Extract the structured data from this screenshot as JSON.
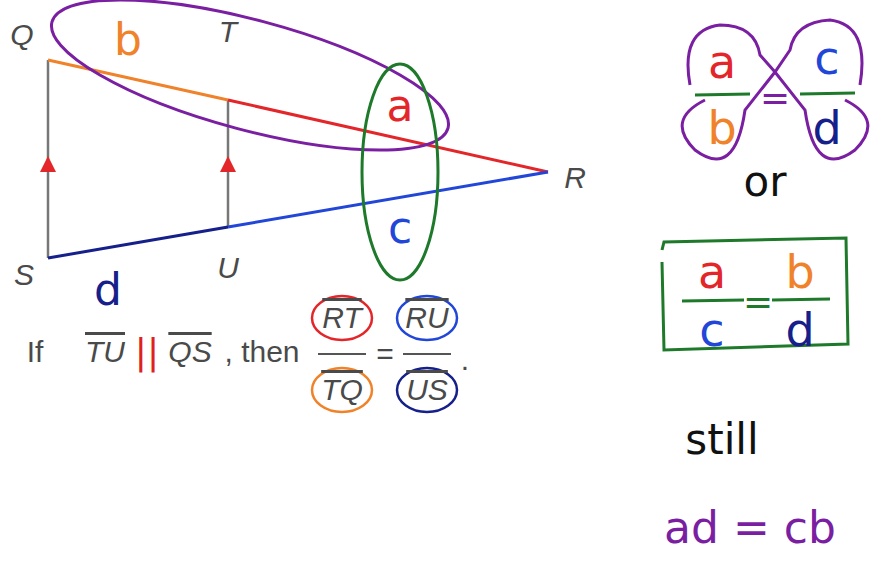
{
  "diagram": {
    "labels": [
      "Q",
      "T",
      "R",
      "S",
      "U",
      "b",
      "a",
      "c",
      "d",
      "If",
      "TU",
      "||",
      "QS",
      ", then",
      "RT",
      "TQ",
      "=",
      "RU",
      "US",
      ".",
      "a",
      "b",
      "=",
      "c",
      "d",
      "or",
      "a",
      "c",
      "=",
      "b",
      "d",
      "still",
      "ad = cb"
    ]
  }
}
